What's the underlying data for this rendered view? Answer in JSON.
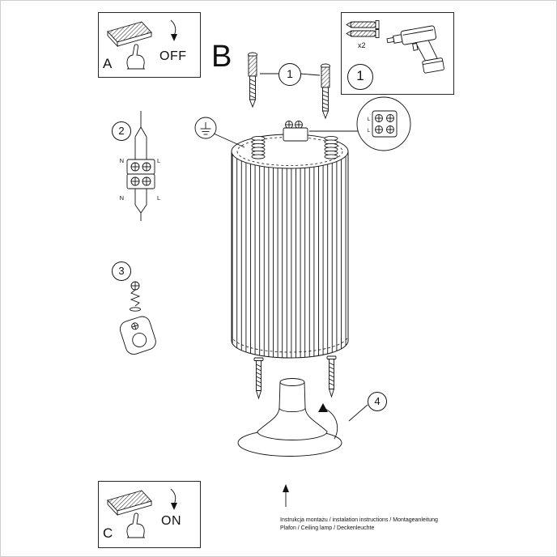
{
  "labels": {
    "box_a": "A",
    "box_a_state": "OFF",
    "box_c": "C",
    "box_c_state": "ON",
    "section_b": "B",
    "step1": "1",
    "step2": "2",
    "step3": "3",
    "step4": "4",
    "plug_count": "x2"
  },
  "wiring_labels": {
    "top_left": "N",
    "top_right": "L",
    "bottom_left": "N",
    "bottom_right": "L"
  },
  "detail_labels": {
    "row1": "L",
    "row2": "L"
  },
  "footer": {
    "line1": "Instrukcja montażu / instalation instructions / Montageanleitung",
    "line2": "Plafon / Ceiling lamp / Deckenleuchte"
  },
  "icons": {
    "switch": "light-switch-icon",
    "hand": "pointing-hand-icon",
    "drill": "power-drill-icon",
    "wall_plug": "wall-plug-icon",
    "ground": "earth-ground-icon",
    "lamp": "fluted-cylinder-lamp",
    "canopy": "ceiling-canopy"
  },
  "colors": {
    "line": "#111111",
    "background": "#ffffff",
    "frame": "#cfcfcf"
  }
}
